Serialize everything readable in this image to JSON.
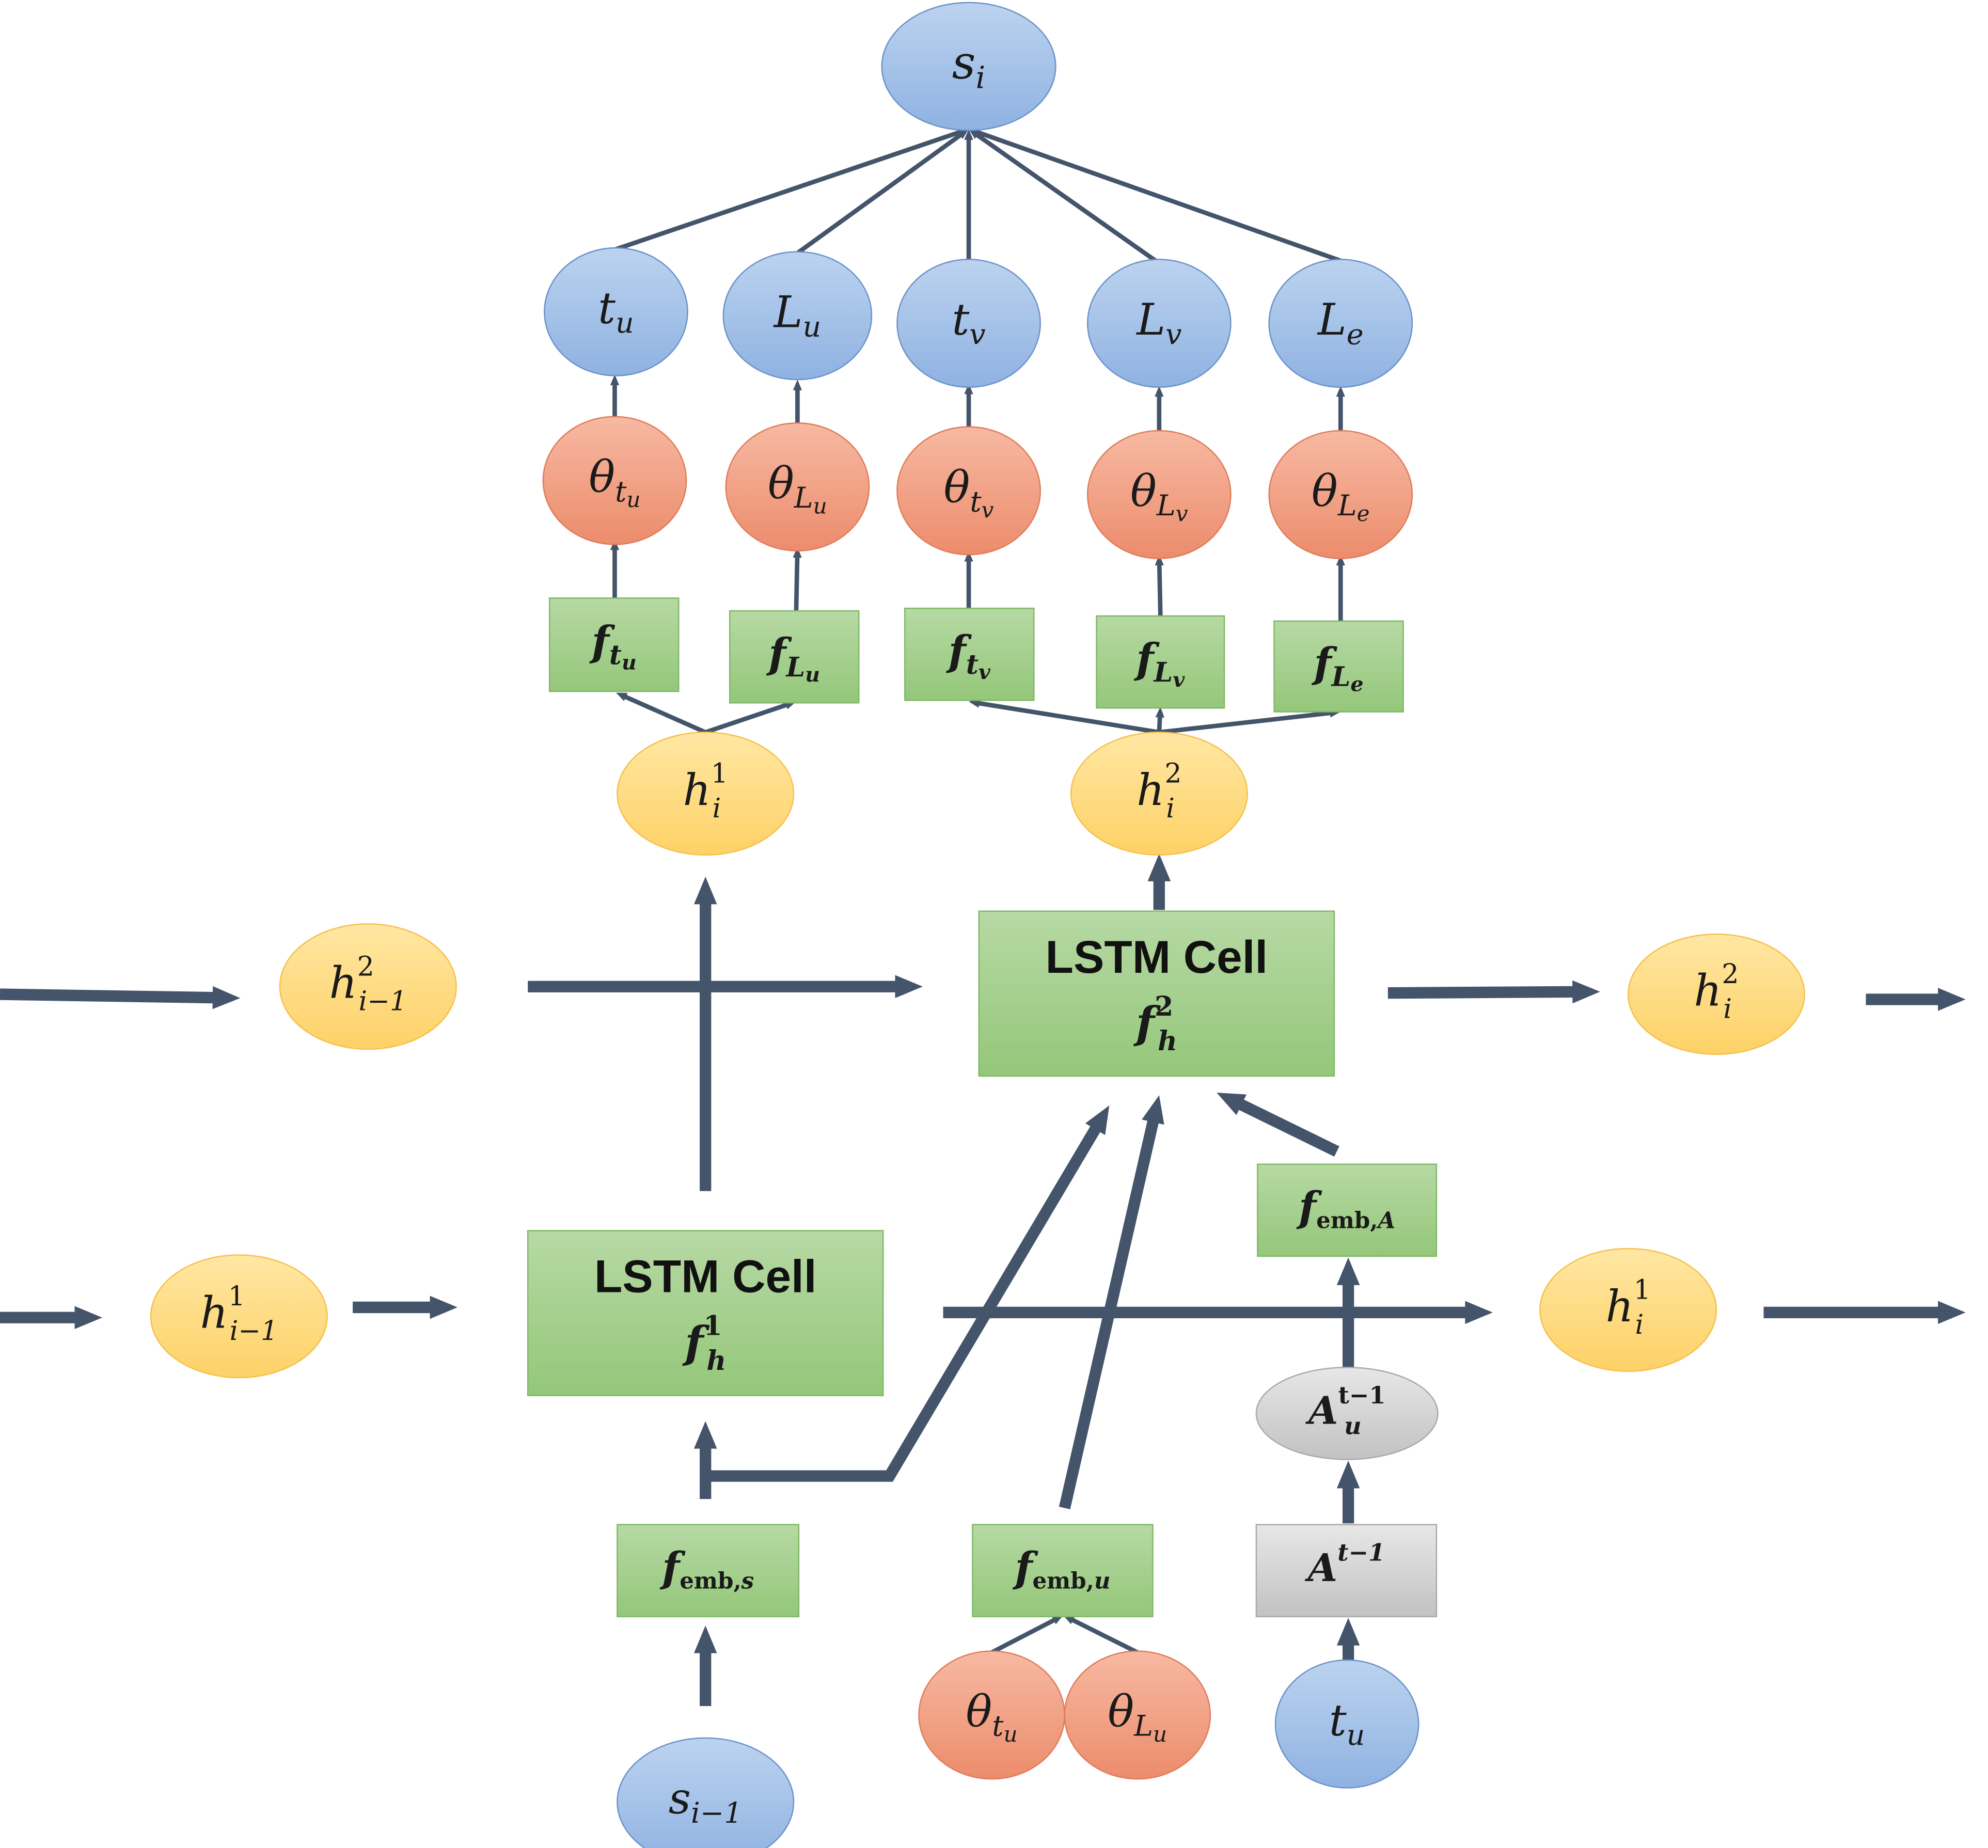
{
  "colors": {
    "blue": [
      "#bcd3ef",
      "#8fb2e2"
    ],
    "blue_stroke": "#6a93c9",
    "orange": [
      "#f7b9a2",
      "#ec8c6c"
    ],
    "orange_stroke": "#e07c5c",
    "yellow": [
      "#ffe7a3",
      "#fed167"
    ],
    "yellow_stroke": "#f6c04c",
    "green": [
      "#b7d9a4",
      "#94c77a"
    ],
    "green_stroke": "#7fb866",
    "gray": [
      "#e7e7e7",
      "#c2c2c2"
    ],
    "gray_stroke": "#a9a9a9",
    "arrow": "#44546a"
  },
  "nodes": {
    "s_i": {
      "main": "s",
      "sub": "i"
    },
    "t_u_top": {
      "main": "t",
      "sub": "u"
    },
    "L_u_top": {
      "main": "L",
      "sub": "u"
    },
    "t_v_top": {
      "main": "t",
      "sub": "v"
    },
    "L_v_top": {
      "main": "L",
      "sub": "v"
    },
    "L_e_top": {
      "main": "L",
      "sub": "e"
    },
    "theta_tu": {
      "main": "θ",
      "sub": "t",
      "subsub": "u"
    },
    "theta_Lu": {
      "main": "θ",
      "sub": "L",
      "subsub": "u"
    },
    "theta_tv": {
      "main": "θ",
      "sub": "t",
      "subsub": "v"
    },
    "theta_Lv": {
      "main": "θ",
      "sub": "L",
      "subsub": "v"
    },
    "theta_Le": {
      "main": "θ",
      "sub": "L",
      "subsub": "e"
    },
    "f_tu": {
      "main": "f",
      "sub": "t",
      "subsub": "u"
    },
    "f_Lu": {
      "main": "f",
      "sub": "L",
      "subsub": "u"
    },
    "f_tv": {
      "main": "f",
      "sub": "t",
      "subsub": "v"
    },
    "f_Lv": {
      "main": "f",
      "sub": "L",
      "subsub": "v"
    },
    "f_Le": {
      "main": "f",
      "sub": "L",
      "subsub": "e"
    },
    "h1_top": {
      "main": "h",
      "sup": "1",
      "sub": "i"
    },
    "h2_top": {
      "main": "h",
      "sup": "2",
      "sub": "i"
    },
    "h2_prev": {
      "main": "h",
      "sup": "2",
      "sub": "i−1"
    },
    "h2_next": {
      "main": "h",
      "sup": "2",
      "sub": "i"
    },
    "h1_prev": {
      "main": "h",
      "sup": "1",
      "sub": "i−1"
    },
    "h1_next": {
      "main": "h",
      "sup": "1",
      "sub": "i"
    },
    "lstm2": {
      "title": "LSTM Cell",
      "main": "f",
      "sup": "2",
      "sub": "h"
    },
    "lstm1": {
      "title": "LSTM Cell",
      "main": "f",
      "sup": "1",
      "sub": "h"
    },
    "f_emb_A": {
      "main": "f",
      "sub": "emb,",
      "subvar": "A"
    },
    "f_emb_s": {
      "main": "f",
      "sub": "emb,",
      "subvar": "s"
    },
    "f_emb_u": {
      "main": "f",
      "sub": "emb,",
      "subvar": "u"
    },
    "A_u_prev": {
      "main": "A",
      "sup": "t−1",
      "sub": "u"
    },
    "A_prev": {
      "main": "A",
      "sup": "t−1"
    },
    "theta_tu_bottom": {
      "main": "θ",
      "sub": "t",
      "subsub": "u"
    },
    "theta_Lu_bottom": {
      "main": "θ",
      "sub": "L",
      "subsub": "u"
    },
    "t_u_bottom": {
      "main": "t",
      "sub": "u"
    },
    "s_prev": {
      "main": "s",
      "sub": "i−1"
    }
  }
}
